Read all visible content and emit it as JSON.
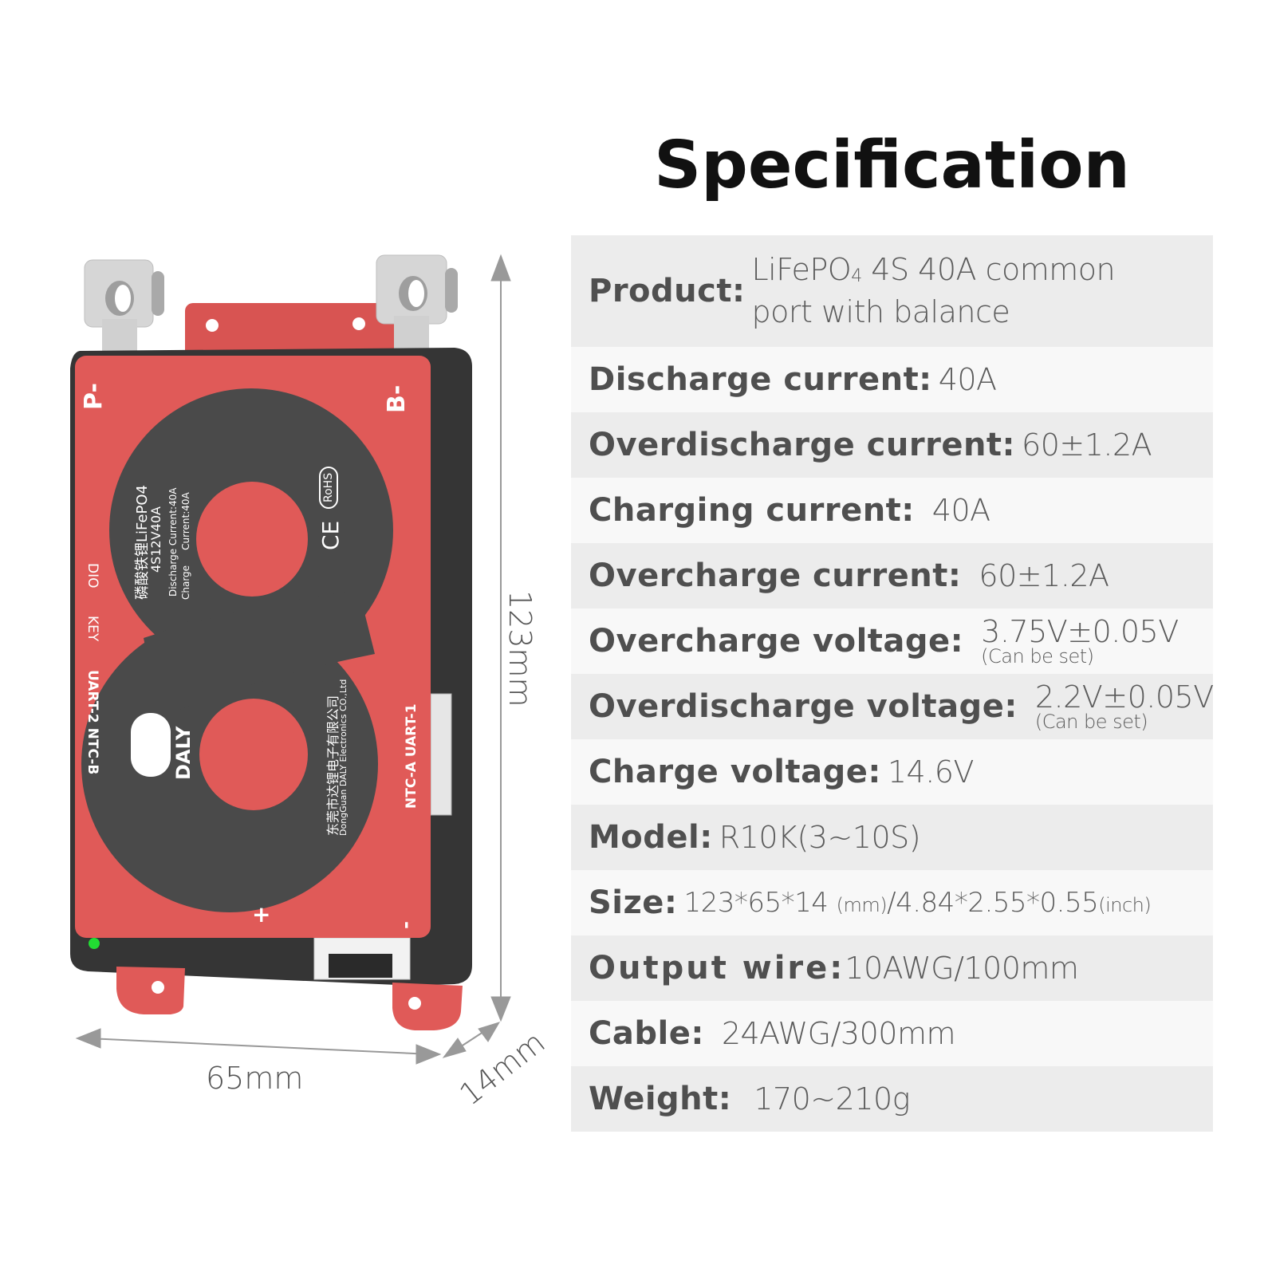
{
  "header": {
    "title": "Specification"
  },
  "spec_table": {
    "rows": [
      {
        "label": "Product:",
        "value_line1": "LiFePO",
        "value_sub": "4",
        "value_line1_rest": " 4S 40A common",
        "value_line2": "port with balance"
      },
      {
        "label": "Discharge current:",
        "value": "40A"
      },
      {
        "label": "Overdischarge current:",
        "value": "60±1.2A"
      },
      {
        "label": "Charging current:",
        "value": "40A"
      },
      {
        "label": "Overcharge current:",
        "value": "60±1.2A"
      },
      {
        "label": "Overcharge voltage:",
        "value": "3.75V±0.05V",
        "note": "(Can be set)"
      },
      {
        "label": "Overdischarge voltage:",
        "value": "2.2V±0.05V",
        "note": "(Can be set)"
      },
      {
        "label": "Charge voltage:",
        "value": "14.6V"
      },
      {
        "label": "Model:",
        "value": "R10K(3~10S)"
      },
      {
        "label": "Size:",
        "value_a": "123*65*14 ",
        "value_a_unit": "(mm)",
        "value_b": "/4.84*2.55*0.55",
        "value_b_unit": "(inch)"
      },
      {
        "label": "Output wire:",
        "value": "10AWG/100mm"
      },
      {
        "label": "Cable:",
        "value": "24AWG/300mm"
      },
      {
        "label": "Weight:",
        "value": "170~210g"
      }
    ]
  },
  "product_image": {
    "terminals": {
      "left": "P-",
      "right": "B-"
    },
    "side_labels": {
      "dio": "DIO",
      "key": "KEY",
      "uart2": "UART-2 NTC-B",
      "uart1": "NTC-A UART-1"
    },
    "label_cn": "磷酸铁锂LiFePO4",
    "label_model": "4S12V40A",
    "discharge_text": "Discharge Current:40A",
    "charge_text": "Charge     Current:40A",
    "brand": "DALY",
    "company_cn": "东莞市达锂电子有限公司",
    "company_en": "DongGuan DALY Electronics CO.,Ltd",
    "cert_rohs": "RoHS",
    "cert_ce": "CE",
    "plus": "+",
    "minus": "-",
    "colors": {
      "red": "#e05a58",
      "dark": "#4a4a4a",
      "case": "#3a3a3a",
      "metal": "#d8d8d8",
      "led": "#22dd33"
    }
  },
  "dimensions": {
    "height": "123mm",
    "width": "65mm",
    "depth": "14mm"
  }
}
